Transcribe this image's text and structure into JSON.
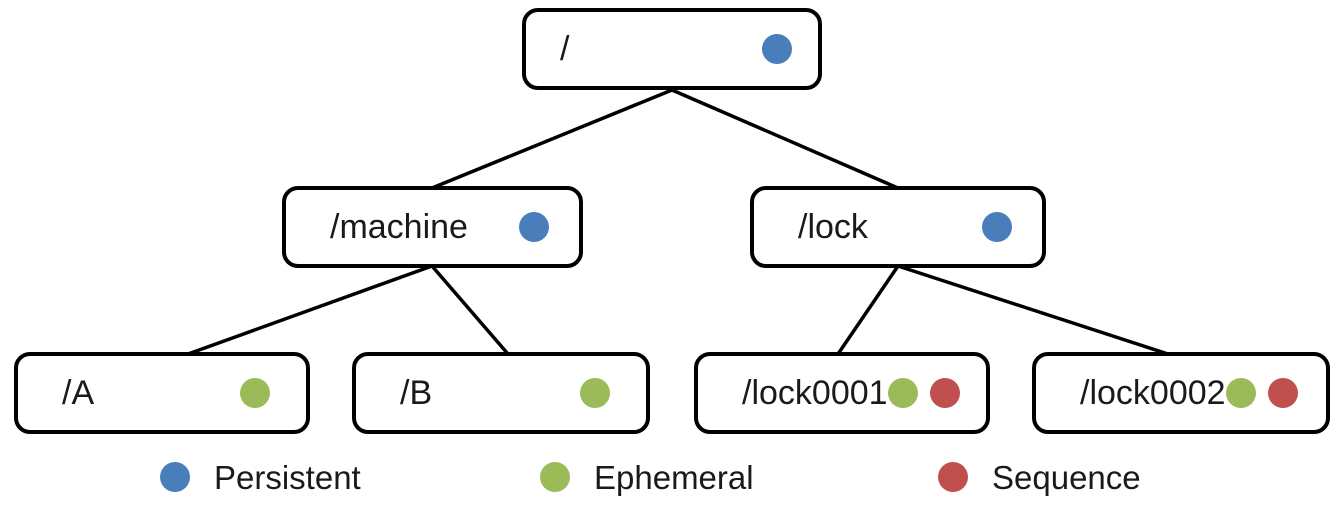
{
  "diagram": {
    "type": "znode-tree",
    "colors": {
      "persistent": "#4A7EBB",
      "ephemeral": "#9BBB59",
      "sequence": "#C0504D",
      "node_border": "#000000",
      "node_fill": "#FFFFFF",
      "edge": "#000000",
      "text": "#1A1A1A"
    },
    "nodes": [
      {
        "id": "root",
        "label": "/",
        "markers": [
          "persistent"
        ]
      },
      {
        "id": "machine",
        "label": "/machine",
        "markers": [
          "persistent"
        ]
      },
      {
        "id": "lock",
        "label": "/lock",
        "markers": [
          "persistent"
        ]
      },
      {
        "id": "a",
        "label": "/A",
        "markers": [
          "ephemeral"
        ]
      },
      {
        "id": "b",
        "label": "/B",
        "markers": [
          "ephemeral"
        ]
      },
      {
        "id": "lock0001",
        "label": "/lock0001",
        "markers": [
          "ephemeral",
          "sequence"
        ]
      },
      {
        "id": "lock0002",
        "label": "/lock0002",
        "markers": [
          "ephemeral",
          "sequence"
        ]
      }
    ],
    "edges": [
      {
        "from": "root",
        "to": "machine"
      },
      {
        "from": "root",
        "to": "lock"
      },
      {
        "from": "machine",
        "to": "a"
      },
      {
        "from": "machine",
        "to": "b"
      },
      {
        "from": "lock",
        "to": "lock0001"
      },
      {
        "from": "lock",
        "to": "lock0002"
      }
    ]
  },
  "legend": {
    "items": [
      {
        "key": "persistent",
        "label": "Persistent",
        "color": "#4A7EBB"
      },
      {
        "key": "ephemeral",
        "label": "Ephemeral",
        "color": "#9BBB59"
      },
      {
        "key": "sequence",
        "label": "Sequence",
        "color": "#C0504D"
      }
    ]
  }
}
